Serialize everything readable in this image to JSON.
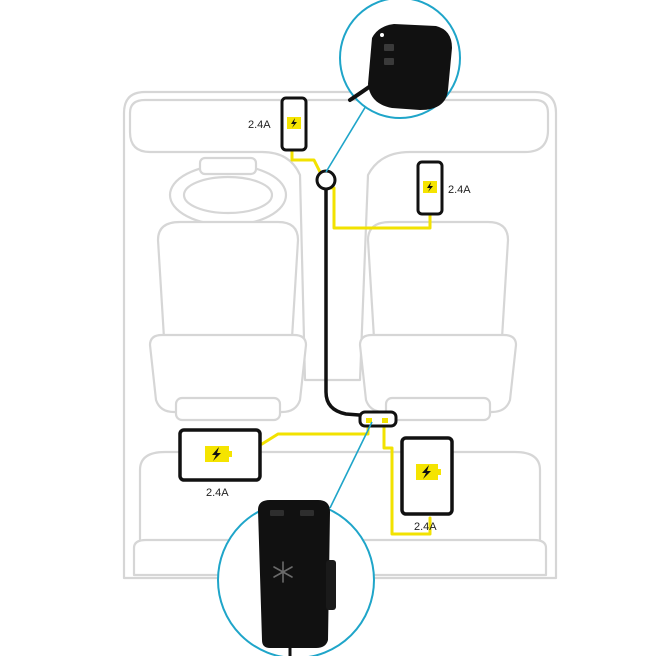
{
  "colors": {
    "background": "#ffffff",
    "car_outline": "#d6d6d6",
    "car_fill": "#ffffff",
    "cable_black": "#111111",
    "cable_yellow": "#f2e200",
    "device_body": "#111111",
    "charge_screen": "#f5e400",
    "callout_ring": "#1fa5c9",
    "label_text": "#222222"
  },
  "devices": [
    {
      "id": "phone-front-left",
      "kind": "phone",
      "label": "2.4A",
      "icon": "lightning-bolt-icon"
    },
    {
      "id": "phone-front-right",
      "kind": "phone",
      "label": "2.4A",
      "icon": "lightning-bolt-icon"
    },
    {
      "id": "tablet-rear-left",
      "kind": "tablet",
      "label": "2.4A",
      "icon": "battery-charging-icon"
    },
    {
      "id": "tablet-rear-right",
      "kind": "tablet",
      "label": "2.4A",
      "icon": "battery-charging-icon"
    }
  ],
  "callouts": [
    {
      "id": "front-charger",
      "icon": "car-socket-charger-icon"
    },
    {
      "id": "rear-hub",
      "icon": "rear-seat-hub-icon",
      "logo": "snowflake-logo-icon"
    }
  ]
}
